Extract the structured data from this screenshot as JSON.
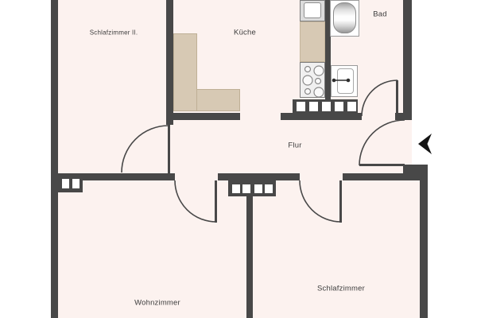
{
  "plan_title": "apartment-floor-plan",
  "rooms": {
    "schlafzimmer2": {
      "label": "Schlafzimmer II."
    },
    "kueche": {
      "label": "Küche"
    },
    "bad": {
      "label": "Bad"
    },
    "flur": {
      "label": "Flur"
    },
    "wohnzimmer": {
      "label": "Wohnzimmer"
    },
    "schlafzimmer": {
      "label": "Schlafzimmer"
    }
  },
  "fixtures": [
    "kitchen-counter-l-shape",
    "kitchen-sink",
    "stove-six-burners",
    "bathtub",
    "washbasin",
    "chimney-block-left",
    "chimney-block-middle",
    "chimney-block-kitchen"
  ],
  "doors": [
    "door-schlafzimmer2",
    "door-wohnzimmer",
    "door-schlafzimmer",
    "door-bad",
    "entrance-door"
  ],
  "icons": {
    "entrance_arrow": "left-pointing-arrow"
  },
  "colors": {
    "wall": "#484848",
    "room_fill": "#fcf2ef",
    "counter": "#d7c9b4",
    "outside": "#ffffff",
    "arrow": "#141414",
    "label_text": "#3c3c3c"
  }
}
